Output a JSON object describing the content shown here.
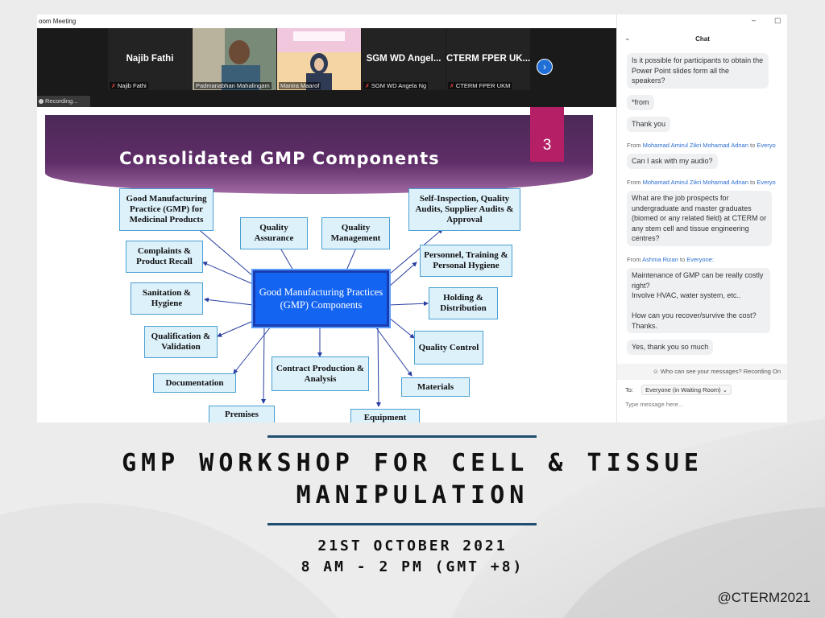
{
  "window": {
    "title": "oom Meeting",
    "minimize": "–",
    "maximize": "▢"
  },
  "recording": "Recording...",
  "participants": [
    {
      "display": "Najib Fathi",
      "label": "Najib Fathi",
      "muted": true
    },
    {
      "display": "",
      "label": "Padmanabhan Mahalingam",
      "muted": false
    },
    {
      "display": "",
      "label": "Manira Maarof",
      "muted": false
    },
    {
      "display": "SGM WD Angel...",
      "label": "SGM WD Angela Ng",
      "muted": true
    },
    {
      "display": "CTERM FPER UK...",
      "label": "CTERM FPER UKM",
      "muted": true
    }
  ],
  "next_arrow": "›",
  "slide": {
    "title": "Consolidated GMP Components",
    "number": "3",
    "center": "Good Manufacturing Practices (GMP) Components",
    "boxes": [
      "Good Manufacturing Practice (GMP) for Medicinal Products",
      "Quality Assurance",
      "Quality Management",
      "Self-Inspection, Quality Audits, Supplier Audits & Approval",
      "Complaints & Product Recall",
      "Personnel, Training & Personal Hygiene",
      "Sanitation & Hygiene",
      "Holding & Distribution",
      "Qualification & Validation",
      "Quality Control",
      "Documentation",
      "Contract Production & Analysis",
      "Materials",
      "Premises",
      "Equipment"
    ]
  },
  "chat": {
    "title": "Chat",
    "collapse": "⌄",
    "messages": [
      {
        "from": "",
        "to": "",
        "text": "Is it possible for participants to obtain the Power Point slides form all the speakers?"
      },
      {
        "from": "",
        "to": "",
        "text": "*from"
      },
      {
        "from": "",
        "to": "",
        "text": "Thank you"
      },
      {
        "from": "Mohamad Amirul Zikri Mohamad Adnan",
        "to": "Everyo",
        "text": "Can I ask with my audio?"
      },
      {
        "from": "Mohamad Amirul Zikri Mohamad Adnan",
        "to": "Everyo",
        "text": "What are the job prospects for undergraduate and master graduates (biomed or any related field) at CTERM or any stem cell and tissue engineering centres?"
      },
      {
        "from": "Ashma Rizan",
        "to": "Everyone:",
        "text": "Maintenance of GMP can be really costly right?\nInvolve HVAC, water system, etc..\n\nHow can you recover/survive the cost?\nThanks."
      },
      {
        "from": "",
        "to": "",
        "text": "Yes, thank you so much"
      }
    ],
    "from_word": "From",
    "to_word": "to",
    "visibility_note": "Who can see your messages? Recording On",
    "to_label": "To:",
    "to_value": "Everyone (in Waiting Room) ⌄",
    "placeholder": "Type message here..."
  },
  "poster": {
    "title": "GMP WORKSHOP FOR CELL & TISSUE MANIPULATION",
    "date": "21ST OCTOBER 2021",
    "time": "8 AM - 2 PM (GMT +8)",
    "handle": "@CTERM2021"
  },
  "colors": {
    "accent_purple": "#5f2d68",
    "slide_number_bg": "#b51f66",
    "center_box": "#1464f2",
    "box_fill": "#ddf1fb",
    "rule": "#1f4f6e",
    "zoom_blue": "#1f6fd6"
  }
}
